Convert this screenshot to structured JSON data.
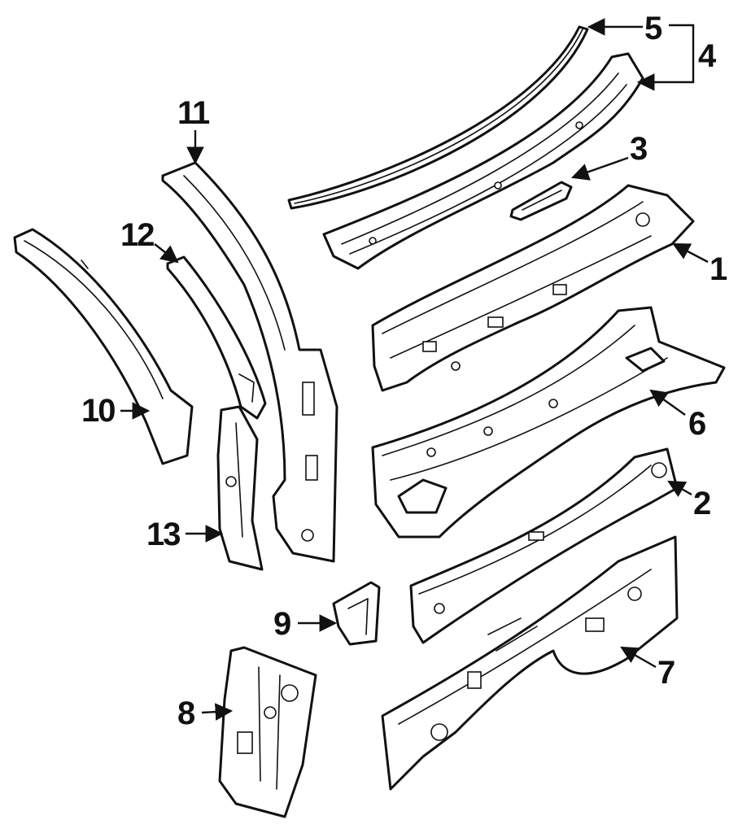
{
  "callouts": {
    "c1": "1",
    "c2": "2",
    "c3": "3",
    "c4": "4",
    "c5": "5",
    "c6": "6",
    "c7": "7",
    "c8": "8",
    "c9": "9",
    "c10": "10",
    "c11": "11",
    "c12": "12",
    "c13": "13"
  },
  "colors": {
    "ink": "#111111",
    "paper": "#ffffff"
  }
}
